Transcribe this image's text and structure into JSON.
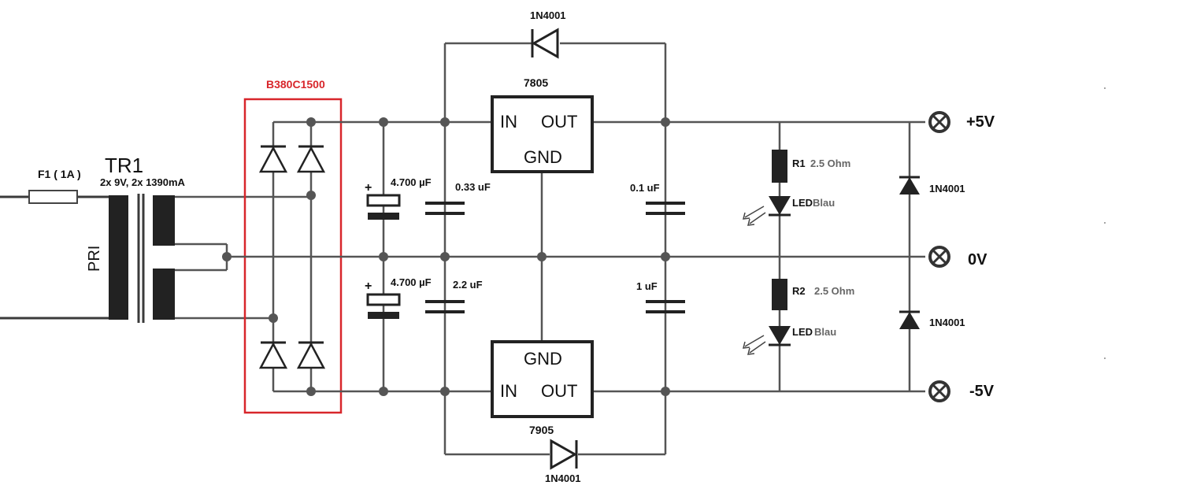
{
  "fuse": {
    "label": "F1 ( 1A )"
  },
  "transformer": {
    "name": "TR1",
    "rating": "2x 9V, 2x 1390mA",
    "primary": "PRI"
  },
  "rectifier": {
    "part": "B380C1500"
  },
  "capacitors": {
    "c1": "4.700 µF",
    "c2": "0.33 uF",
    "c3": "0.1 uF",
    "c4": "4.700 µF",
    "c5": "2.2 uF",
    "c6": "1 uF",
    "polarity": "+"
  },
  "regulator_pos": {
    "part": "7805",
    "in": "IN",
    "out": "OUT",
    "gnd": "GND"
  },
  "regulator_neg": {
    "part": "7905",
    "in": "IN",
    "out": "OUT",
    "gnd": "GND"
  },
  "diodes": {
    "d_top": "1N4001",
    "d_bottom": "1N4001",
    "d_right_top": "1N4001",
    "d_right_bottom": "1N4001"
  },
  "resistors": {
    "r1_name": "R1",
    "r1_value": "2.5 Ohm",
    "r2_name": "R2",
    "r2_value": "2.5 Ohm"
  },
  "leds": {
    "led1_name": "LED",
    "led1_color": "Blau",
    "led2_name": "LED",
    "led2_color": "Blau"
  },
  "outputs": {
    "pos": "+5V",
    "zero": "0V",
    "neg": "-5V"
  },
  "colors": {
    "wire": "#3a3a3a",
    "component": "#222222",
    "highlight": "#d8262b"
  }
}
